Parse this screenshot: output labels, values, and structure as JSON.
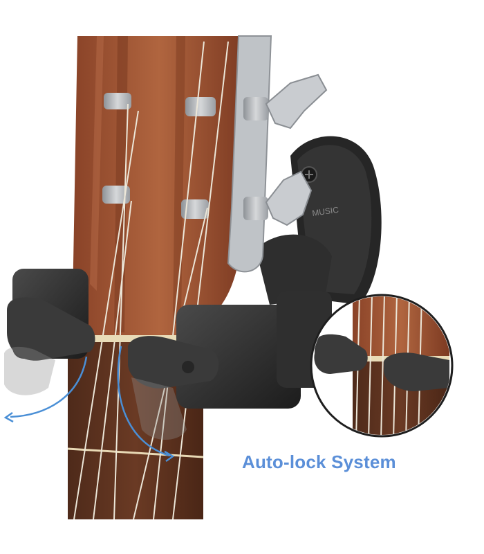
{
  "caption": {
    "text": "Auto-lock System"
  },
  "mount": {
    "brand_text": "MUSIC"
  },
  "colors": {
    "caption": "#5b8fd8",
    "wood": "#a35a3a",
    "wood_dark": "#6e3320",
    "rubber": "#2b2b2b",
    "metal": "#b9bcbf",
    "string": "#ece6d8",
    "arrow": "#4a8fd6"
  },
  "icons": [
    "guitar-headstock",
    "wall-hanger",
    "rotation-arrow",
    "zoom-inset"
  ]
}
